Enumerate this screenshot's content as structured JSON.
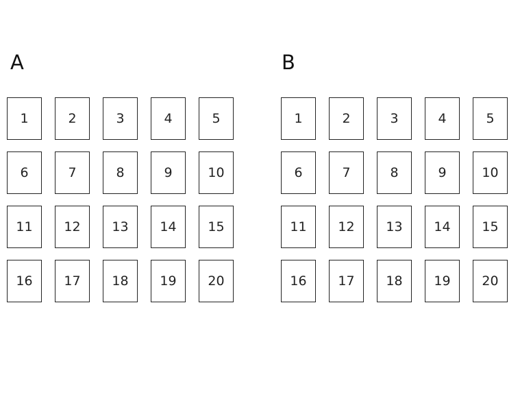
{
  "panels": [
    {
      "label": "A",
      "cells": [
        "1",
        "2",
        "3",
        "4",
        "5",
        "6",
        "7",
        "8",
        "9",
        "10",
        "11",
        "12",
        "13",
        "14",
        "15",
        "16",
        "17",
        "18",
        "19",
        "20"
      ]
    },
    {
      "label": "B",
      "cells": [
        "1",
        "2",
        "3",
        "4",
        "5",
        "6",
        "7",
        "8",
        "9",
        "10",
        "11",
        "12",
        "13",
        "14",
        "15",
        "16",
        "17",
        "18",
        "19",
        "20"
      ]
    }
  ]
}
